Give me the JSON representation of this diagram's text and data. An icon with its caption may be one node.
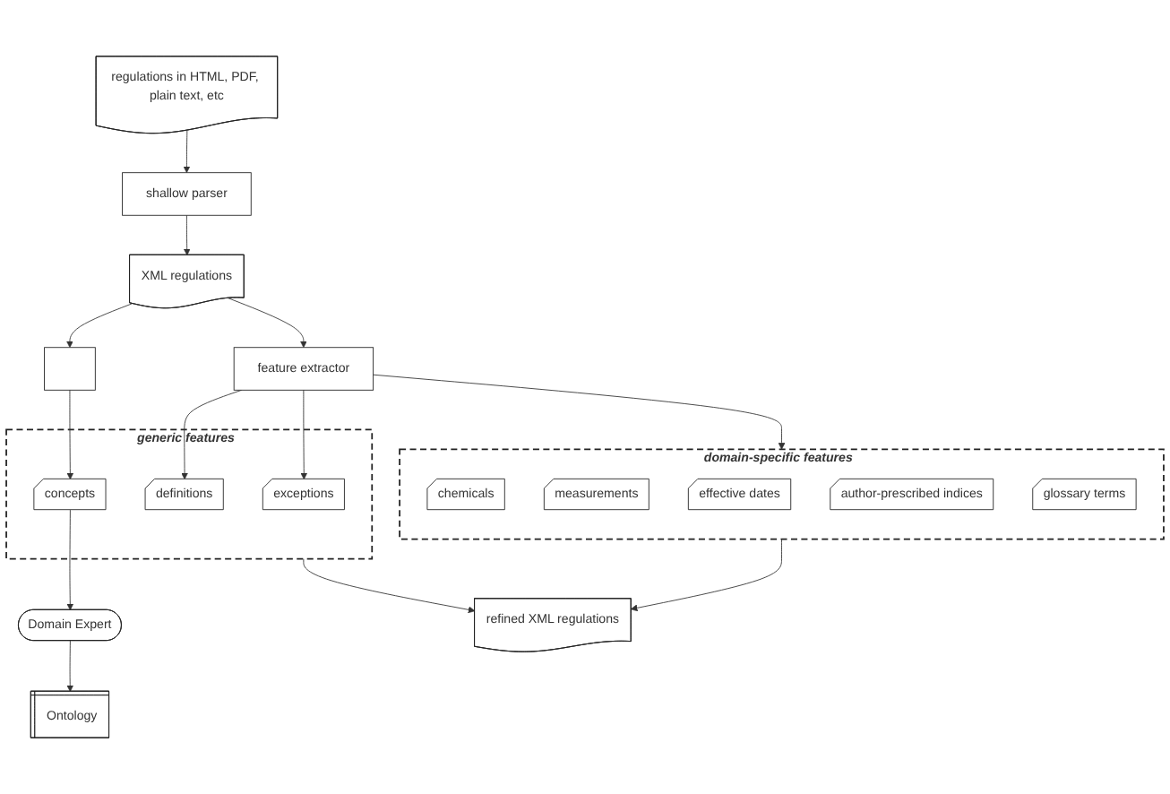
{
  "diagram": {
    "nodes": [
      {
        "text": [
          "regulations in HTML, PDF, plain text, etc"
        ]
      },
      {
        "text": [
          "shallow parser"
        ]
      },
      {
        "text": [
          "XML regulations"
        ]
      },
      {
        "text": [
          "feature extractor"
        ]
      },
      {
        "text": [],
        "shape": "box"
      },
      {
        "text": [
          "domain-specific features"
        ]
      },
      {
        "text": [
          "chemicals"
        ],
        "in": 5
      },
      {
        "text": [
          "measurements"
        ],
        "in": 5
      },
      {
        "text": [
          "effective dates"
        ],
        "in": 5
      },
      {
        "text": [
          "author-prescribed indices"
        ],
        "in": 5
      },
      {
        "text": [
          "glossary terms"
        ],
        "in": 5
      },
      {
        "text": [
          "generic features"
        ]
      },
      {
        "text": [
          "exceptions"
        ],
        "in": 11
      },
      {
        "text": [
          "definitions"
        ],
        "in": 11
      },
      {
        "text": [
          "concepts"
        ],
        "in": 11
      },
      {
        "text": [
          "Domain Expert"
        ]
      },
      {
        "text": [
          "refined XML regulations"
        ]
      },
      {
        "text": [
          "Ontology"
        ]
      }
    ],
    "edges": [
      {
        "from": 0,
        "to": 1,
        "arrow": "to"
      },
      {
        "from": 1,
        "to": 2,
        "arrow": "to"
      },
      {
        "from": 2,
        "to": 3,
        "arrow": "to"
      },
      {
        "from": 2,
        "to": 4,
        "arrow": "to"
      },
      {
        "from": 3,
        "to": 5,
        "arrow": "to"
      },
      {
        "from": 3,
        "to": 12,
        "arrow": "to"
      },
      {
        "from": 3,
        "to": 13,
        "arrow": "to"
      },
      {
        "from": 4,
        "to": 14,
        "arrow": "to"
      },
      {
        "from": 14,
        "to": 15,
        "arrow": "to"
      },
      {
        "from": 15,
        "to": 17,
        "arrow": "to"
      },
      {
        "from": 11,
        "to": 16,
        "arrow": "to"
      },
      {
        "from": 5,
        "to": 16,
        "arrow": "to"
      }
    ]
  }
}
